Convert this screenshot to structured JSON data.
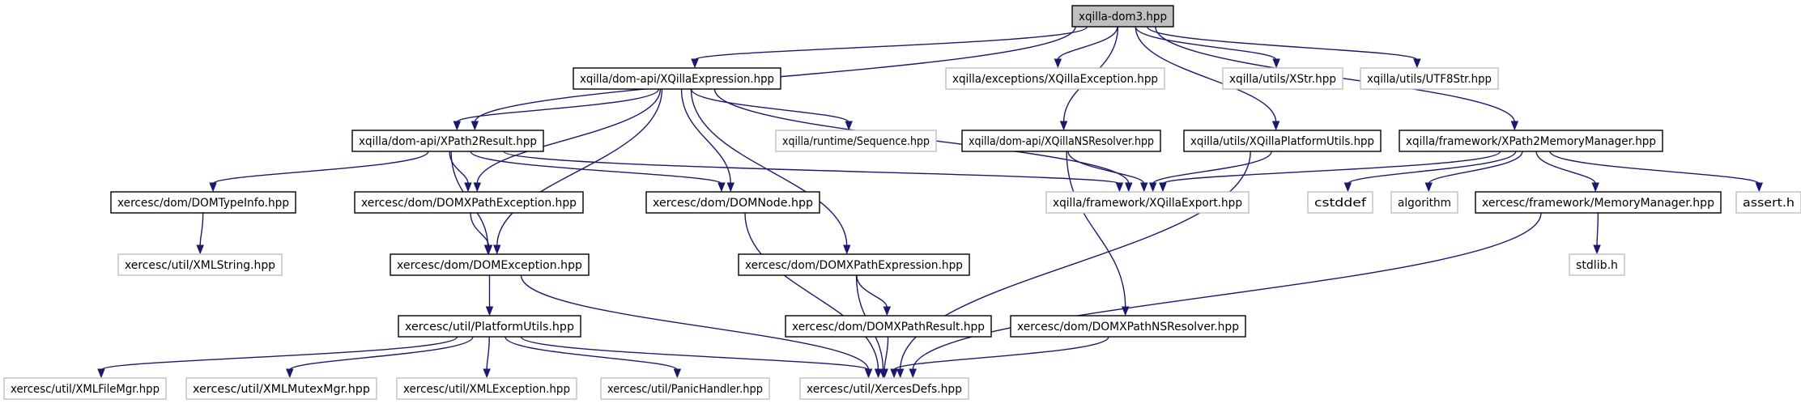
{
  "colors": {
    "edge": "#191970",
    "border_documented": "#000000",
    "border_undocumented": "#bfbfbf",
    "root_fill": "#bfbfbf",
    "node_fill": "#ffffff"
  },
  "nodes": [
    {
      "id": "root",
      "label": "xqilla-dom3.hpp",
      "kind": "root"
    },
    {
      "id": "xqexpr",
      "label": "xqilla/dom-api/XQillaExpression.hpp",
      "kind": "documented"
    },
    {
      "id": "xqexc",
      "label": "xqilla/exceptions/XQillaException.hpp",
      "kind": "undocumented"
    },
    {
      "id": "xstr",
      "label": "xqilla/utils/XStr.hpp",
      "kind": "undocumented"
    },
    {
      "id": "utf8",
      "label": "xqilla/utils/UTF8Str.hpp",
      "kind": "undocumented"
    },
    {
      "id": "x2r",
      "label": "xqilla/dom-api/XPath2Result.hpp",
      "kind": "documented"
    },
    {
      "id": "seq",
      "label": "xqilla/runtime/Sequence.hpp",
      "kind": "undocumented"
    },
    {
      "id": "nsres",
      "label": "xqilla/dom-api/XQillaNSResolver.hpp",
      "kind": "documented"
    },
    {
      "id": "platu",
      "label": "xqilla/utils/XQillaPlatformUtils.hpp",
      "kind": "documented"
    },
    {
      "id": "x2mm",
      "label": "xqilla/framework/XPath2MemoryManager.hpp",
      "kind": "documented"
    },
    {
      "id": "typeinfo",
      "label": "xercesc/dom/DOMTypeInfo.hpp",
      "kind": "documented"
    },
    {
      "id": "xpexc",
      "label": "xercesc/dom/DOMXPathException.hpp",
      "kind": "documented"
    },
    {
      "id": "domnode",
      "label": "xercesc/dom/DOMNode.hpp",
      "kind": "documented"
    },
    {
      "id": "xqexport",
      "label": "xqilla/framework/XQillaExport.hpp",
      "kind": "undocumented"
    },
    {
      "id": "cstddef",
      "label": "cstddef",
      "kind": "undocumented"
    },
    {
      "id": "algorithm",
      "label": "algorithm",
      "kind": "undocumented"
    },
    {
      "id": "memmgr",
      "label": "xercesc/framework/MemoryManager.hpp",
      "kind": "documented"
    },
    {
      "id": "asserth",
      "label": "assert.h",
      "kind": "undocumented"
    },
    {
      "id": "xmlstring",
      "label": "xercesc/util/XMLString.hpp",
      "kind": "undocumented"
    },
    {
      "id": "domexc",
      "label": "xercesc/dom/DOMException.hpp",
      "kind": "documented"
    },
    {
      "id": "xpexpr",
      "label": "xercesc/dom/DOMXPathExpression.hpp",
      "kind": "documented"
    },
    {
      "id": "stdlib",
      "label": "stdlib.h",
      "kind": "undocumented"
    },
    {
      "id": "xpresult",
      "label": "xercesc/dom/DOMXPathResult.hpp",
      "kind": "documented"
    },
    {
      "id": "xpnsres",
      "label": "xercesc/dom/DOMXPathNSResolver.hpp",
      "kind": "documented"
    },
    {
      "id": "platformutils",
      "label": "xercesc/util/PlatformUtils.hpp",
      "kind": "documented"
    },
    {
      "id": "filemgr",
      "label": "xercesc/util/XMLFileMgr.hpp",
      "kind": "undocumented"
    },
    {
      "id": "mutexmgr",
      "label": "xercesc/util/XMLMutexMgr.hpp",
      "kind": "undocumented"
    },
    {
      "id": "xmlexc",
      "label": "xercesc/util/XMLException.hpp",
      "kind": "undocumented"
    },
    {
      "id": "panic",
      "label": "xercesc/util/PanicHandler.hpp",
      "kind": "undocumented"
    },
    {
      "id": "xercesdefs",
      "label": "xercesc/util/XercesDefs.hpp",
      "kind": "undocumented"
    }
  ],
  "edges": [
    [
      "root",
      "xqexpr"
    ],
    [
      "root",
      "xqexc"
    ],
    [
      "root",
      "xstr"
    ],
    [
      "root",
      "utf8"
    ],
    [
      "root",
      "x2r"
    ],
    [
      "root",
      "nsres"
    ],
    [
      "root",
      "platu"
    ],
    [
      "root",
      "x2mm"
    ],
    [
      "xqexpr",
      "x2r"
    ],
    [
      "xqexpr",
      "seq"
    ],
    [
      "xqexpr",
      "xpexc"
    ],
    [
      "xqexpr",
      "domnode"
    ],
    [
      "xqexpr",
      "xqexport"
    ],
    [
      "xqexpr",
      "domexc"
    ],
    [
      "xqexpr",
      "xpexpr"
    ],
    [
      "x2r",
      "typeinfo"
    ],
    [
      "x2r",
      "xpexc"
    ],
    [
      "x2r",
      "domnode"
    ],
    [
      "x2r",
      "xqexport"
    ],
    [
      "x2r",
      "domexc"
    ],
    [
      "nsres",
      "xqexport"
    ],
    [
      "nsres",
      "xpnsres"
    ],
    [
      "platu",
      "xqexport"
    ],
    [
      "platu",
      "xercesdefs"
    ],
    [
      "x2mm",
      "xqexport"
    ],
    [
      "x2mm",
      "cstddef"
    ],
    [
      "x2mm",
      "algorithm"
    ],
    [
      "x2mm",
      "memmgr"
    ],
    [
      "x2mm",
      "asserth"
    ],
    [
      "typeinfo",
      "xmlstring"
    ],
    [
      "xpexc",
      "domexc"
    ],
    [
      "domnode",
      "xercesdefs"
    ],
    [
      "memmgr",
      "stdlib"
    ],
    [
      "memmgr",
      "xercesdefs"
    ],
    [
      "domexc",
      "platformutils"
    ],
    [
      "domexc",
      "xercesdefs"
    ],
    [
      "xpexpr",
      "xpresult"
    ],
    [
      "xpexpr",
      "xercesdefs"
    ],
    [
      "xpresult",
      "xercesdefs"
    ],
    [
      "xpnsres",
      "xercesdefs"
    ],
    [
      "platformutils",
      "filemgr"
    ],
    [
      "platformutils",
      "mutexmgr"
    ],
    [
      "platformutils",
      "xmlexc"
    ],
    [
      "platformutils",
      "panic"
    ],
    [
      "platformutils",
      "xercesdefs"
    ]
  ]
}
